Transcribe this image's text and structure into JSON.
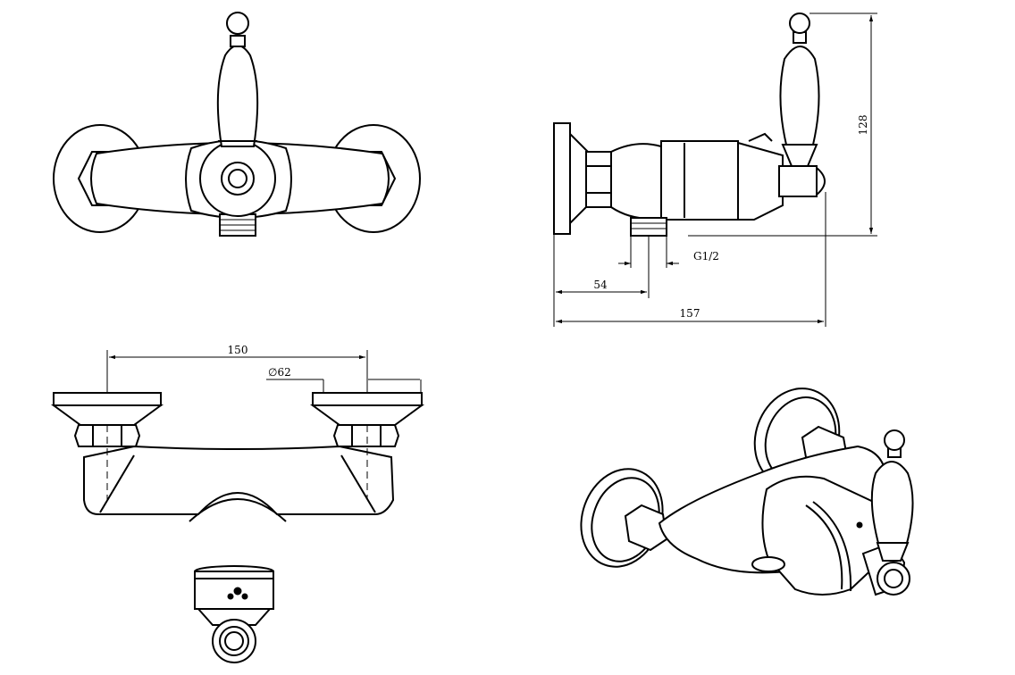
{
  "views": {
    "top": "top-view",
    "side": "side-view",
    "front": "front-view",
    "bottom": "bottom-view",
    "iso": "isometric-view"
  },
  "dimensions": {
    "height": "128",
    "thread": "G1/2",
    "outlet_offset": "54",
    "depth": "157",
    "centers": "150",
    "flange_diameter": "∅62"
  },
  "colors": {
    "line": "#000000",
    "background": "#ffffff"
  }
}
